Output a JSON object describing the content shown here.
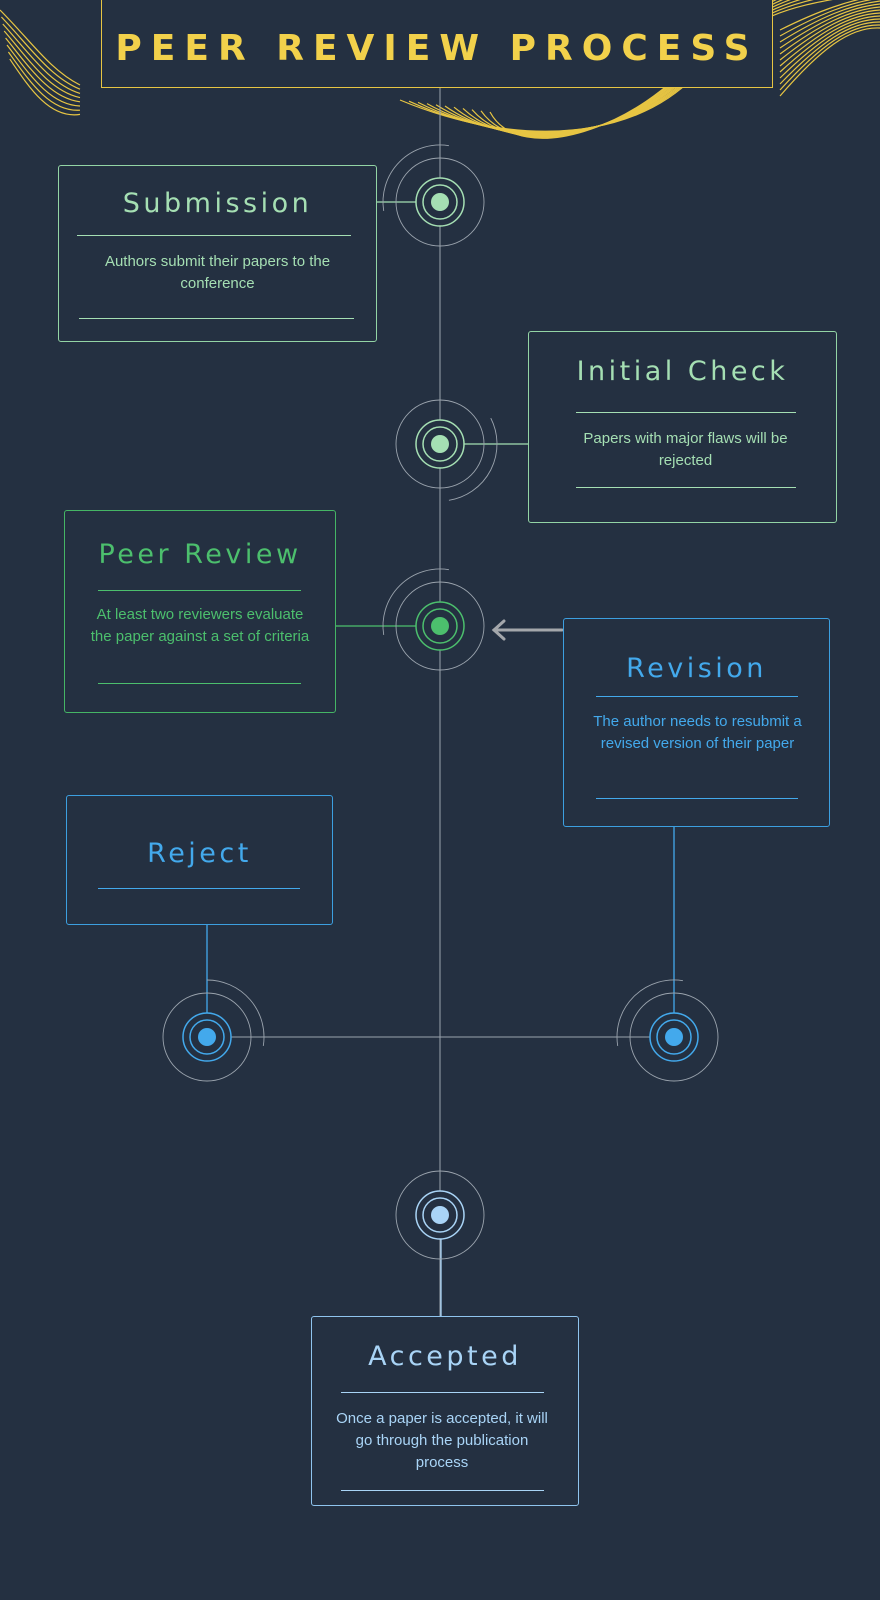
{
  "title": "PEER REVIEW PROCESS",
  "colors": {
    "background": "#243041",
    "title": "#f2d14b",
    "stage_pale_green": "#a5dfb3",
    "stage_green": "#4cbf6d",
    "stage_blue": "#43a9ec",
    "stage_sky": "#a9d4f6",
    "line_gray": "#9aa3ad"
  },
  "stages": {
    "submission": {
      "title": "Submission",
      "desc": "Authors submit their papers to the conference"
    },
    "initial_check": {
      "title": "Initial Check",
      "desc": "Papers with major flaws will be rejected"
    },
    "peer_review": {
      "title": "Peer Review",
      "desc": "At least two reviewers evaluate the paper against a set of criteria"
    },
    "revision": {
      "title": "Revision",
      "desc": "The author needs to resubmit a revised version of their paper"
    },
    "reject": {
      "title": "Reject"
    },
    "accepted": {
      "title": "Accepted",
      "desc": "Once a paper is accepted, it will go through the publication process"
    }
  }
}
